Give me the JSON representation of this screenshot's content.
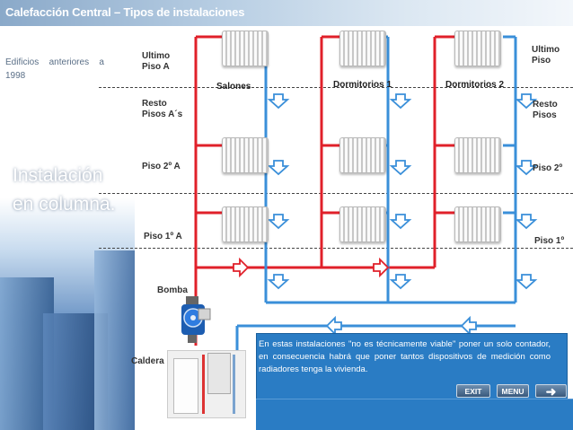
{
  "title": "Calefacción Central – Tipos de instalaciones",
  "subtitle": "Edificios anteriores a 1998",
  "big_title_line1": "Instalación",
  "big_title_line2": "en columna.",
  "labels": {
    "ultimo_piso_a": "Ultimo\nPiso A",
    "resto_pisos_a": "Resto\nPisos A´s",
    "piso_2_a": "Piso 2º A",
    "piso_1_a": "Piso 1º A",
    "bomba": "Bomba",
    "caldera": "Caldera",
    "ultimo_piso": "Ultimo\nPiso",
    "resto_pisos": "Resto\nPisos",
    "piso_2": "Piso 2º",
    "piso_1": "Piso 1º"
  },
  "rooms": {
    "salones": "Salones",
    "dormitorios1": "Dormitorios 1",
    "dormitorios2": "Dormitorios 2"
  },
  "info_text": "En estas instalaciones \"no es técnicamente viable\" poner un solo contador, en consecuencia habrá que poner tantos dispositivos de medición como radiadores tenga la vivienda.",
  "nav": {
    "exit": "EXIT",
    "menu": "MENU"
  },
  "colors": {
    "supply_pipe": "#e0202a",
    "return_pipe": "#3a8fd9",
    "info_box": "#2a7cc4"
  },
  "icons": [
    "radiator-icon",
    "pump-icon",
    "boiler-icon",
    "flow-arrow-icon",
    "next-arrow-icon"
  ]
}
